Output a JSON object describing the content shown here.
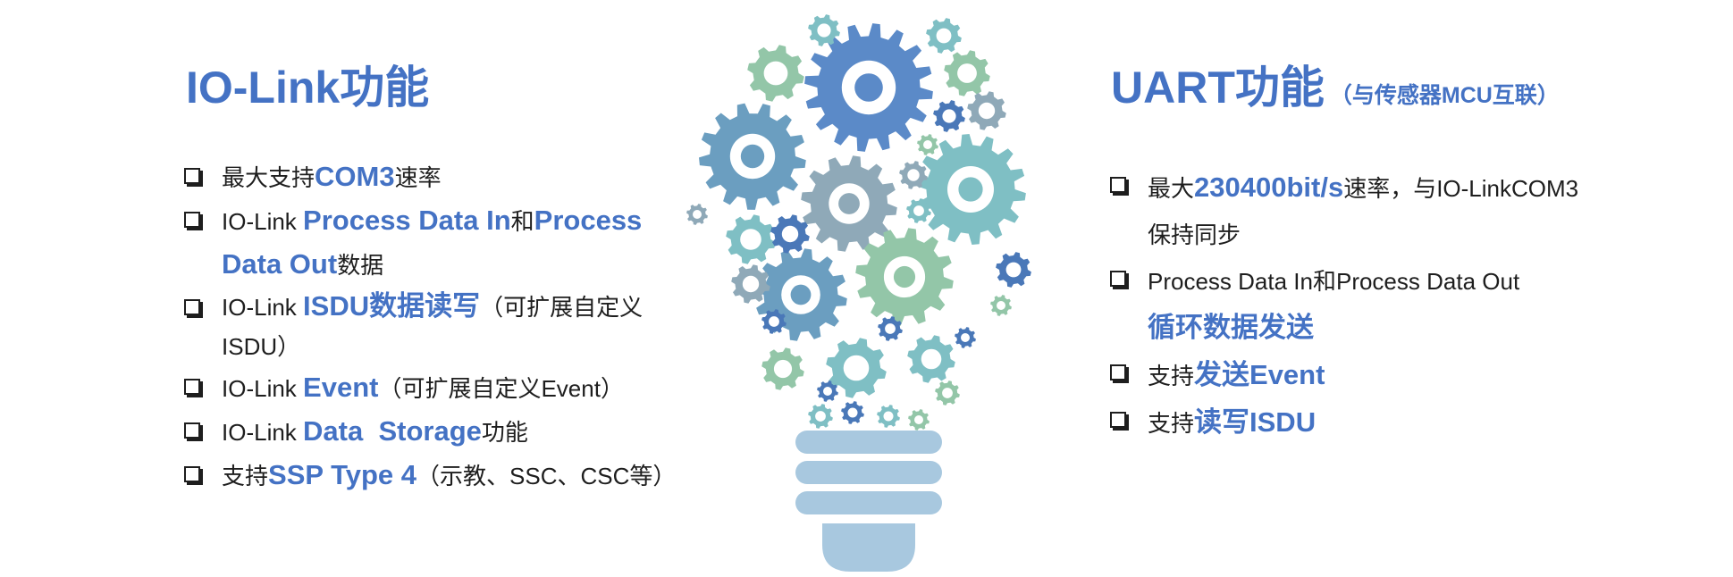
{
  "left": {
    "title": "IO-Link功能",
    "items": [
      {
        "pre": "最大支持",
        "hl": "COM3",
        "post": "速率"
      },
      {
        "pre": "IO-Link ",
        "hl": "Process Data In",
        "mid": "和",
        "hl2": "Process Data Out",
        "post": "数据"
      },
      {
        "pre": "IO-Link ",
        "hl": "ISDU数据读写",
        "post": "（可扩展自定义ISDU）"
      },
      {
        "pre": "IO-Link ",
        "hl": "Event",
        "post": "（可扩展自定义Event）"
      },
      {
        "pre": "IO-Link ",
        "hl": "Data  Storage",
        "post": "功能"
      },
      {
        "pre": "支持",
        "hl": "SSP Type 4",
        "post": "（示教、SSC、CSC等）"
      }
    ]
  },
  "right": {
    "title": "UART功能",
    "subtitle": "（与传感器MCU互联）",
    "items": [
      {
        "pre": "最大",
        "hl": "230400bit/s",
        "post": "速率，与IO-LinkCOM3保持同步"
      },
      {
        "pre": "Process Data In和Process Data Out",
        "hl": "循环数据发送",
        "post": ""
      },
      {
        "pre": "支持",
        "hl": "发送Event",
        "post": ""
      },
      {
        "pre": "支持",
        "hl": "读写ISDU",
        "post": ""
      }
    ]
  },
  "illustration": {
    "icon": "gear-lightbulb-icon",
    "colors": [
      "#5b8ac8",
      "#6b9ec0",
      "#8fa9b8",
      "#7fbfc4",
      "#93c6a8",
      "#4a78b8",
      "#a8c8df"
    ]
  }
}
